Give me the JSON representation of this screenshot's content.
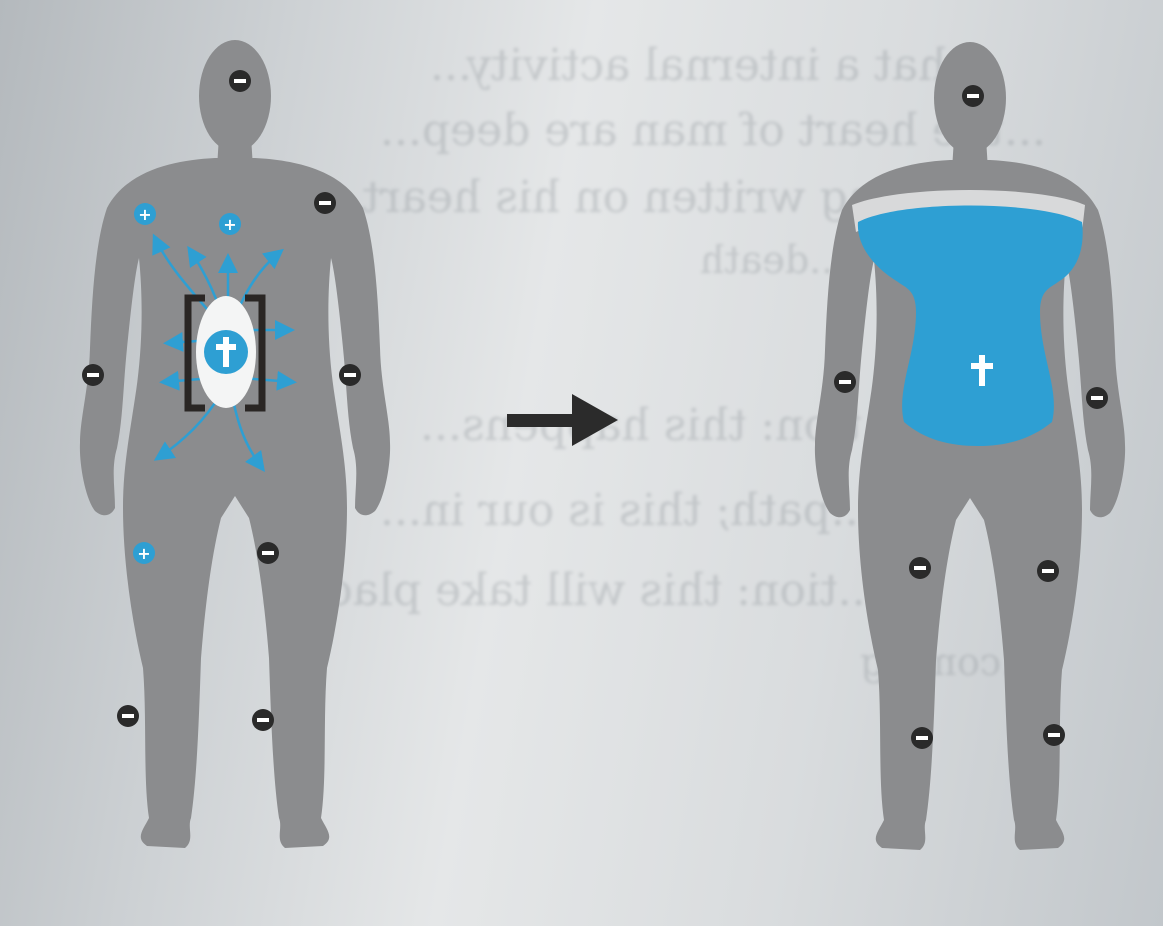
{
  "colors": {
    "paper_light": "#e6e8e9",
    "paper_shadow": "#b3b8bc",
    "figure_gray": "#8b8c8e",
    "accent_blue": "#2e9fd3",
    "badge_dark": "#2a2a2a",
    "arrow_dark": "#2b2b2b"
  },
  "icons": {
    "positive": "plus-icon",
    "negative": "minus-icon",
    "cross": "cross-icon",
    "transition": "right-arrow-icon"
  },
  "symbols": {
    "plus": "+",
    "minus": "−",
    "cross": "✝"
  },
  "bleed_through_text": [
    "...that a internal activity...",
    "...the heart of man are deep...",
    "...being written on his heart...",
    "...death",
    "...tion: this happens...",
    "...path; this is our in...",
    "...tion: this will take place...",
    "...coming"
  ]
}
